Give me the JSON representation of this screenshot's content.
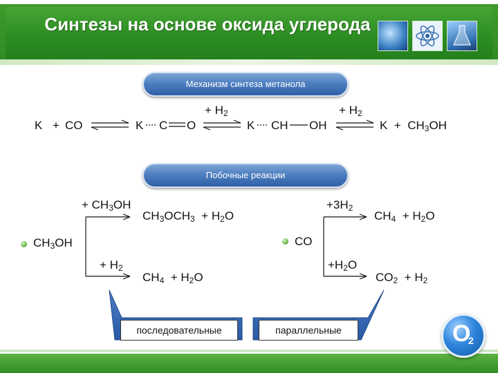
{
  "title": "Синтезы на основе оксида углерода",
  "pill_mechanism": "Механизм синтеза метанола",
  "pill_side": "Побочные реакции",
  "mechanism": {
    "k1": "K",
    "plus1": "+",
    "co": "CO",
    "k2": "K",
    "c": "C",
    "o": "O",
    "plus_h2_1": "+",
    "h2_1": "H",
    "k3": "K",
    "ch": "CH",
    "oh": "OH",
    "plus_h2_2": "+",
    "h2_2": "H",
    "k4": "K",
    "plus4": "+",
    "ch3oh": "CH",
    "sub3": "3",
    "oh2": "OH",
    "two": "2"
  },
  "left_scheme": {
    "start": "CH",
    "start_sub": "3",
    "start_end": "OH",
    "top_reagent": "+ CH",
    "top_reagent_sub": "3",
    "top_reagent_end": "OH",
    "top_product_a": "CH",
    "top_product_a_sub": "3",
    "top_product_b": "OCH",
    "top_product_b_sub": "3",
    "top_plus": "+",
    "top_h2o": "H",
    "top_h2o_sub": "2",
    "top_h2o_end": "O",
    "bottom_reagent": "+ H",
    "bottom_reagent_sub": "2",
    "bottom_product": "CH",
    "bottom_product_sub": "4",
    "bottom_plus": "+",
    "bottom_h2o": "H",
    "bottom_h2o_sub": "2",
    "bottom_h2o_end": "O"
  },
  "right_scheme": {
    "start": "CO",
    "top_reagent": "+3H",
    "top_reagent_sub": "2",
    "top_product": "CH",
    "top_product_sub": "4",
    "top_plus": "+",
    "top_h2o": "H",
    "top_h2o_sub": "2",
    "top_h2o_end": "O",
    "bottom_reagent": "+H",
    "bottom_reagent_sub": "2",
    "bottom_reagent_end": "O",
    "bottom_product": "CO",
    "bottom_product_sub": "2",
    "bottom_plus": "+",
    "bottom_h2": "H",
    "bottom_h2_sub": "2"
  },
  "callouts": {
    "sequential": "последовательные",
    "parallel": "параллельные"
  },
  "logo": {
    "letter": "O",
    "sub": "2"
  },
  "colors": {
    "header_green": "#2c8d23",
    "pill_blue": "#4e7fc0",
    "logo_blue": "#1f6fc0"
  }
}
